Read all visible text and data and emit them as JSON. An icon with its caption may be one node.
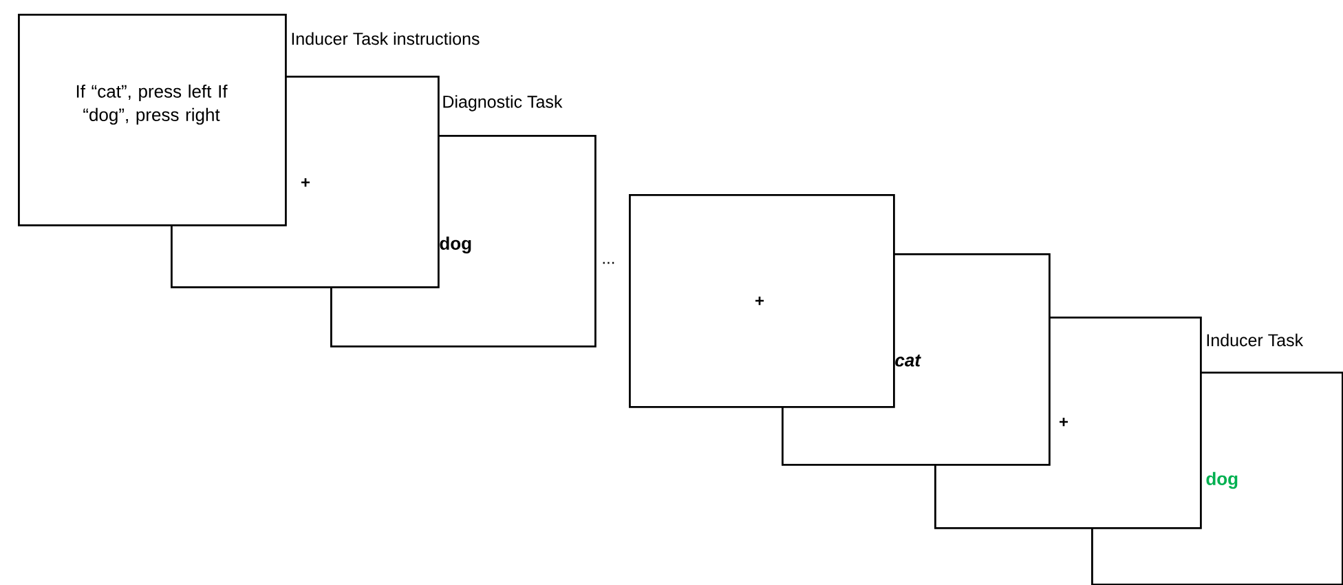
{
  "diagram": {
    "nodes": [
      {
        "text": [
          "If “cat”, press left If “dog”, press right"
        ]
      },
      {
        "text": [
          "+"
        ]
      },
      {
        "text": [
          "dog"
        ]
      },
      {
        "text": [
          "+"
        ]
      },
      {
        "text": [
          "cat"
        ]
      },
      {
        "text": [
          "+"
        ]
      },
      {
        "text": [
          "dog"
        ]
      }
    ],
    "labels": [
      "Inducer Task instructions",
      "Diagnostic Task",
      "...",
      "Inducer Task"
    ]
  }
}
